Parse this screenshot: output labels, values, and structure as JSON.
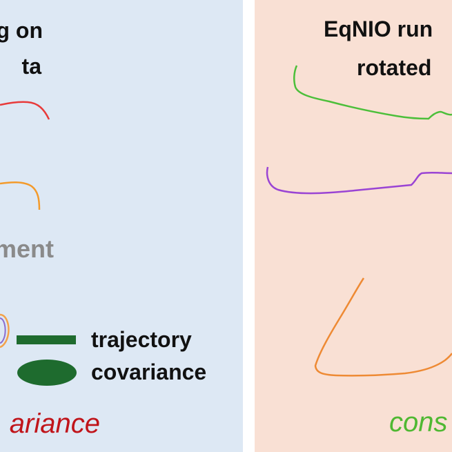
{
  "left_panel": {
    "title_line1": "g on",
    "title_line2": "ta",
    "faded_label": "ment",
    "bottom_label": "ariance",
    "legend": {
      "trajectory_label": "trajectory",
      "covariance_label": "covariance"
    }
  },
  "right_panel": {
    "title_line1": "EqNIO run",
    "title_line2": "rotated",
    "bottom_label": "cons"
  },
  "colors": {
    "left_bg": "#dde8f4",
    "right_bg": "#f9e0d4",
    "legend_green": "#1e6b2e",
    "red_traj": "#e83a3a",
    "orange_traj": "#f39a2a",
    "green_traj": "#4cbf3a",
    "purple_traj": "#9a44d4",
    "orange_loop": "#ee8a34",
    "left_bottom_text": "#c0141a",
    "right_bottom_text": "#4fb832"
  }
}
